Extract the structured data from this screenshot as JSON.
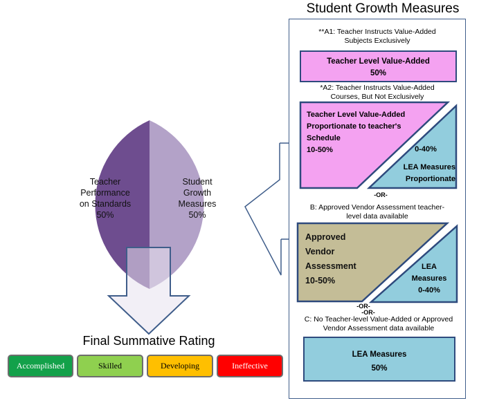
{
  "panel": {
    "title": "Student Growth Measures",
    "a1_note": "**A1: Teacher Instructs Value-Added Subjects Exclusively",
    "a1_box": {
      "title": "Teacher Level Value-Added",
      "value": "50%"
    },
    "a2_note": "*A2: Teacher Instructs Value-Added Courses, But Not Exclusively",
    "a2_left": {
      "line1": "Teacher Level Value-Added",
      "line2": "Proportionate to teacher's",
      "line3": "Schedule",
      "line4": "10-50%"
    },
    "a2_right": {
      "range": "0-40%",
      "line1": "LEA Measures",
      "line2": "Proportionate"
    },
    "or_1": "-OR-",
    "b_note": "B: Approved Vendor Assessment teacher-level data available",
    "b_left": {
      "line1": "Approved",
      "line2": "Vendor",
      "line3": "Assessment",
      "line4": "10-50%"
    },
    "b_right": {
      "line1": "LEA",
      "line2": "Measures",
      "line3": "0-40%"
    },
    "or_2a": "-OR-",
    "or_2b": "-OR-",
    "c_note": "C:  No Teacher-level Value-Added or Approved Vendor Assessment data available",
    "c_box": {
      "title": "LEA Measures",
      "value": "50%"
    }
  },
  "pie": {
    "left": {
      "line1": "Teacher",
      "line2": "Performance",
      "line3": "on Standards",
      "line4": "50%",
      "color": "#6e4d8f"
    },
    "right": {
      "line1": "Student",
      "line2": "Growth",
      "line3": "Measures",
      "line4": "50%",
      "color": "#b3a2c8"
    }
  },
  "final": {
    "title": "Final Summative Rating",
    "ratings": [
      {
        "label": "Accomplished",
        "color": "#13a14a",
        "text_color": "#ffffff"
      },
      {
        "label": "Skilled",
        "color": "#8fd04f",
        "text_color": "#000000"
      },
      {
        "label": "Developing",
        "color": "#ffbf00",
        "text_color": "#000000"
      },
      {
        "label": "Ineffective",
        "color": "#ff0000",
        "text_color": "#ffffff"
      }
    ]
  },
  "colors": {
    "pink": "#f4a2f1",
    "blue": "#92cddd",
    "tan": "#c4bd97",
    "border": "#2e4a7d"
  }
}
